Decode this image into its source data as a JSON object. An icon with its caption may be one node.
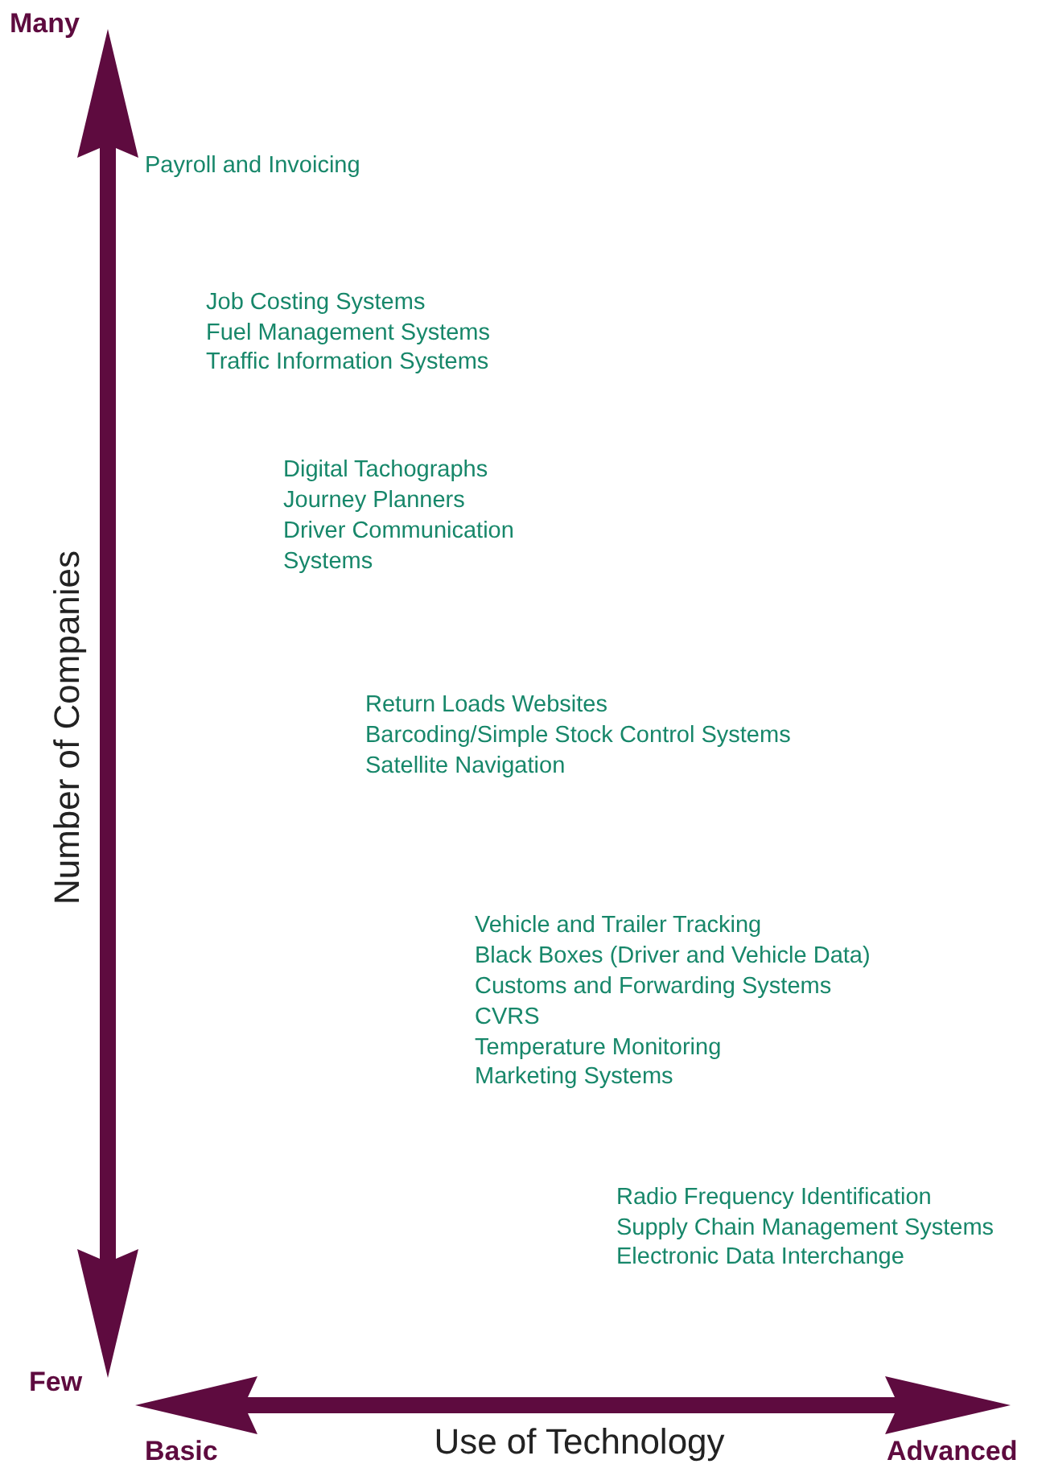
{
  "diagram": {
    "labels": [
      "Many",
      "Payroll and Invoicing",
      "Job Costing Systems",
      "Fuel Management Systems",
      "Traffic Information Systems",
      "Digital Tachographs",
      "Journey Planners",
      "Driver Communication Systems",
      "Return Loads Websites",
      "Barcoding/Simple Stock Control Systems",
      "Satellite Navigation",
      "Vehicle and Trailer Tracking",
      "Black Boxes (Driver and Vehicle Data)",
      "Customs and Forwarding Systems",
      "CVRS",
      "Temperature Monitoring",
      "Marketing Systems",
      "Radio Frequency Identification",
      "Supply Chain Management Systems",
      "Electronic Data Interchange",
      "Number of Companies",
      "Few",
      "Basic",
      "Use of Technology",
      "Advanced"
    ]
  }
}
